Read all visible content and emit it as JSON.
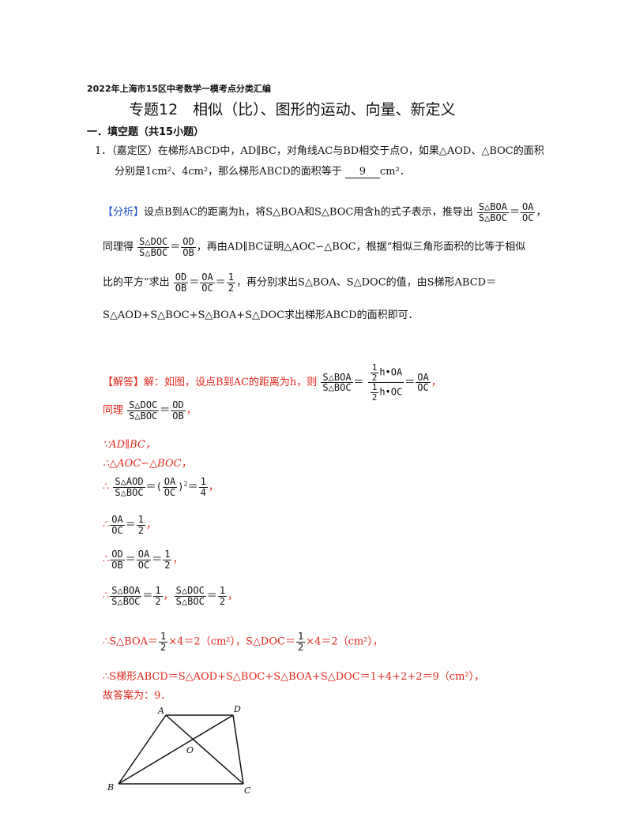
{
  "header": {
    "series": "2022年上海市15区中考数学一模考点分类汇编",
    "title": "专题12　相似（比）、图形的运动、向量、新定义"
  },
  "section": "一．填空题（共15小题）",
  "question": {
    "number": "1．",
    "line1": "（嘉定区）在梯形ABCD中，AD∥BC，对角线AC与BD相交于点O，如果△AOD、△BOC的面积",
    "line2_a": "分别是1cm²、4cm²，那么梯形ABCD的面积等于",
    "answer": "9",
    "unit": "cm²．"
  },
  "analysis": {
    "tag": "【分析】",
    "p1": "设点B到AC的距离为h，将S△BOA和S△BOC用含h的式子表示，推导出",
    "p2": "同理得",
    "p2b": "，再由AD∥BC证明△AOC∽△BOC，根据“相似三角形面积的比等于相似",
    "p3": "比的平方”求出",
    "p3b": "，再分别求出S△BOA、S△DOC的值，由S梯形ABCD＝",
    "p4": "S△AOD+S△BOC+S△BOA+S△DOC求出梯形ABCD的面积即可．"
  },
  "solution": {
    "tag": "【解答】",
    "s1": "解：如图，设点B到AC的距离为h，则",
    "s2": "同理",
    "s3": "∵AD∥BC，",
    "s4": "∴△AOC∽△BOC，",
    "s5": "∴",
    "s9a": "∴S△BOA＝",
    "s9b": "×4＝2（cm²），S△DOC＝",
    "s9c": "×4＝2（cm²），",
    "s10": "∴S梯形ABCD＝S△AOD+S△BOC+S△BOA+S△DOC＝1+4+2+2＝9（cm²），",
    "s11": "故答案为：9．"
  },
  "math": {
    "s_boa": "S△BOA",
    "s_boc": "S△BOC",
    "s_doc": "S△DOC",
    "s_aod": "S△AOD",
    "oa": "OA",
    "oc": "OC",
    "od": "OD",
    "ob": "OB",
    "one": "1",
    "two": "2",
    "four": "4",
    "eq": "＝",
    "comma": "，",
    "sq": "2",
    "h_oa": "h•OA",
    "h_oc": "h•OC"
  },
  "figure": {
    "labels": {
      "a": "A",
      "b": "B",
      "c": "C",
      "d": "D",
      "o": "O"
    }
  }
}
